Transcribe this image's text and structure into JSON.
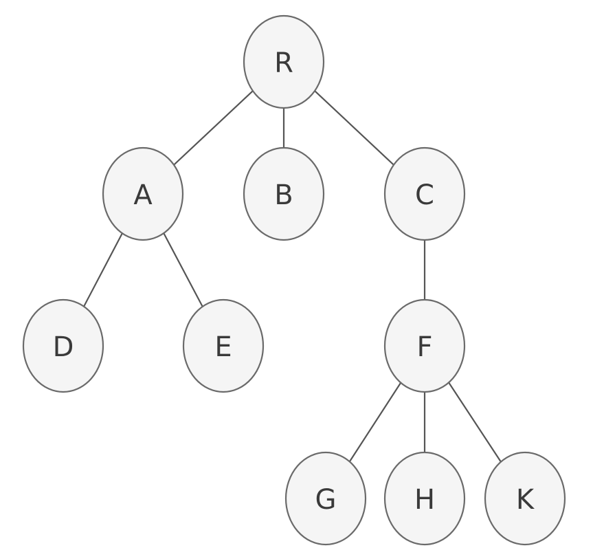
{
  "tree": {
    "nodes": [
      {
        "id": "R",
        "label": "R",
        "parent": null
      },
      {
        "id": "A",
        "label": "A",
        "parent": "R"
      },
      {
        "id": "B",
        "label": "B",
        "parent": "R"
      },
      {
        "id": "C",
        "label": "C",
        "parent": "R"
      },
      {
        "id": "D",
        "label": "D",
        "parent": "A"
      },
      {
        "id": "E",
        "label": "E",
        "parent": "A"
      },
      {
        "id": "F",
        "label": "F",
        "parent": "C"
      },
      {
        "id": "G",
        "label": "G",
        "parent": "F"
      },
      {
        "id": "H",
        "label": "H",
        "parent": "F"
      },
      {
        "id": "K",
        "label": "K",
        "parent": "F"
      }
    ],
    "colors": {
      "node_fill": "#f5f5f5",
      "node_stroke": "#6a6a6a",
      "edge": "#555555",
      "label": "#3a3a3a"
    }
  }
}
